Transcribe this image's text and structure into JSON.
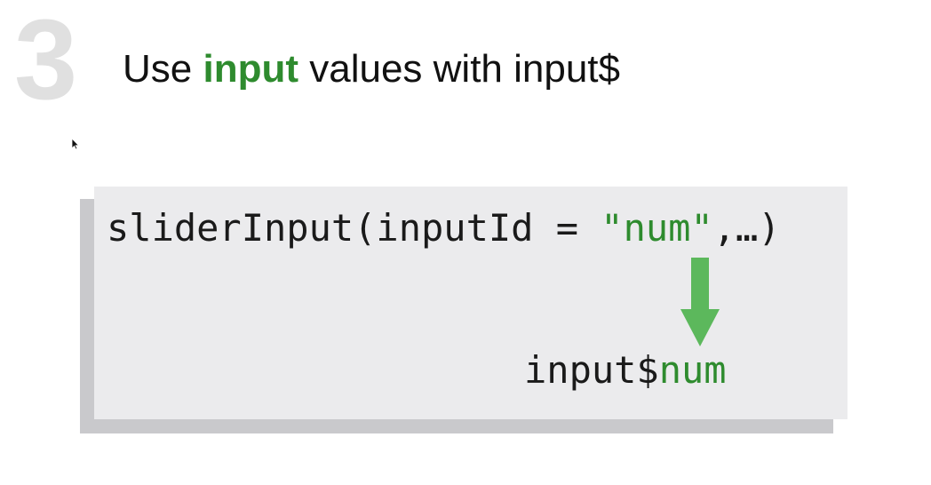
{
  "slide": {
    "step_number": "3",
    "title": {
      "prefix": "Use ",
      "highlight": "input",
      "suffix": " values with input$"
    }
  },
  "code_example": {
    "call_prefix": "sliderInput(inputId = ",
    "input_id_literal": "\"num\"",
    "call_suffix": ",…)",
    "result_prefix": "input$",
    "result_id": "num"
  },
  "icons": {
    "cursor": "mouse-pointer-icon",
    "arrow": "down-arrow-icon"
  },
  "colors": {
    "accent": "#2e8b2e",
    "arrow": "#5cb85c",
    "step_number": "#e0e0e0",
    "code_background": "#ebebed",
    "code_shadow": "#c9c9cc"
  }
}
